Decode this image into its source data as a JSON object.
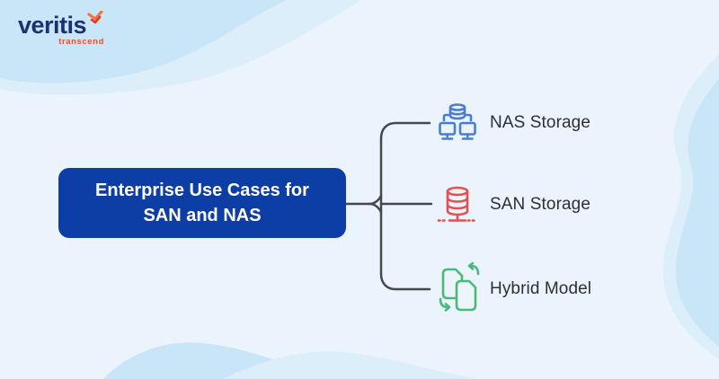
{
  "logo": {
    "brand": "veritis",
    "tagline": "transcend",
    "brand_color": "#1e2f72",
    "accent_color": "#f05a2e"
  },
  "diagram": {
    "root": {
      "title_line1": "Enterprise Use Cases for",
      "title_line2": "SAN and NAS",
      "bg_color": "#0d3ea6",
      "text_color": "#ffffff"
    },
    "branches": [
      {
        "label": "NAS Storage",
        "icon": "nas-storage-icon",
        "icon_color": "#4a7dd2"
      },
      {
        "label": "SAN Storage",
        "icon": "san-storage-icon",
        "icon_color": "#e25050"
      },
      {
        "label": "Hybrid Model",
        "icon": "hybrid-model-icon",
        "icon_color": "#4cb97a"
      }
    ],
    "connector_color": "#45494e",
    "label_color": "#2d2f33"
  },
  "background": {
    "base_color": "#ebf4fc",
    "wave_light_color": "#dceefa",
    "wave_dark_color": "#c9e5f8"
  }
}
